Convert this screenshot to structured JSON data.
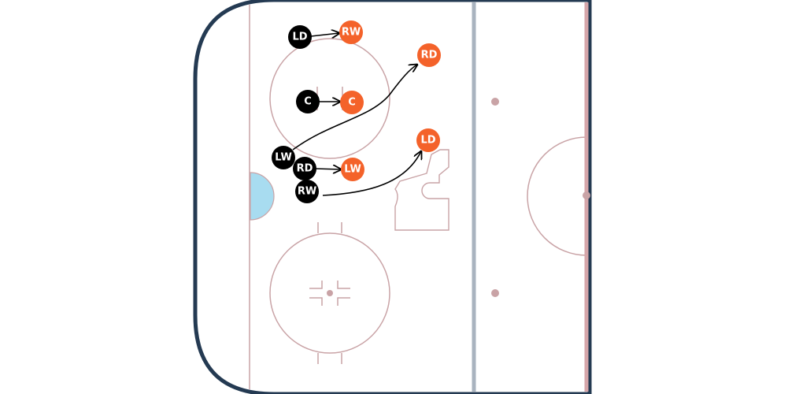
{
  "colors": {
    "board": "#243a52",
    "line": "#c9a3a6",
    "red_line": "#d6a6aa",
    "blue_line": "#a9b3bf",
    "crease": "#a8dcf0",
    "team_a": "#000000",
    "team_b": "#f4622a",
    "arrow": "#000000"
  },
  "players": [
    {
      "id": "a-ld",
      "team": "a",
      "label": "LD"
    },
    {
      "id": "a-c",
      "team": "a",
      "label": "C"
    },
    {
      "id": "a-lw",
      "team": "a",
      "label": "LW"
    },
    {
      "id": "a-rd",
      "team": "a",
      "label": "RD"
    },
    {
      "id": "a-rw",
      "team": "a",
      "label": "RW"
    },
    {
      "id": "b-rw",
      "team": "b",
      "label": "RW"
    },
    {
      "id": "b-rd",
      "team": "b",
      "label": "RD"
    },
    {
      "id": "b-c",
      "team": "b",
      "label": "C"
    },
    {
      "id": "b-ld",
      "team": "b",
      "label": "LD"
    },
    {
      "id": "b-lw",
      "team": "b",
      "label": "LW"
    }
  ],
  "moves": [
    {
      "from": "a-ld",
      "to": "b-rw"
    },
    {
      "from": "a-c",
      "to": "b-c"
    },
    {
      "from": "a-lw",
      "to": "b-rd"
    },
    {
      "from": "a-rd",
      "to": "b-lw"
    },
    {
      "from": "a-rw",
      "to": "b-ld"
    }
  ]
}
